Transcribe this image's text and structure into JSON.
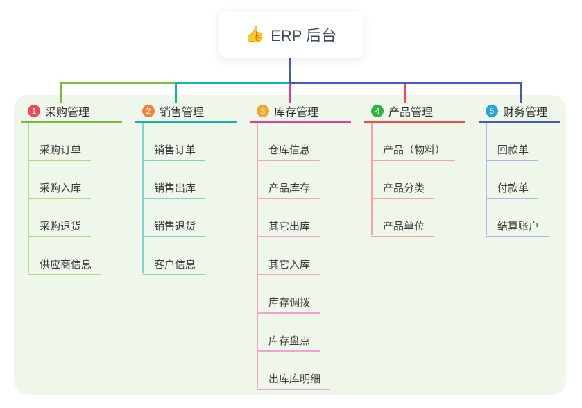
{
  "root": {
    "icon": "👍",
    "label": "ERP 后台"
  },
  "branches": [
    {
      "num": "1",
      "label": "采购管理",
      "badge_color": "#f0485c",
      "line_color": "#7cbb3f",
      "child_line_color": "#b5d98a",
      "children": [
        "采购订单",
        "采购入库",
        "采购退货",
        "供应商信息"
      ]
    },
    {
      "num": "2",
      "label": "销售管理",
      "badge_color": "#f5803e",
      "line_color": "#13b3a6",
      "child_line_color": "#7fd6cc",
      "children": [
        "销售订单",
        "销售出库",
        "销售退货",
        "客户信息"
      ]
    },
    {
      "num": "3",
      "label": "库存管理",
      "badge_color": "#f7a42c",
      "line_color": "#e23c96",
      "child_line_color": "#f2a3cb",
      "children": [
        "仓库信息",
        "产品库存",
        "其它出库",
        "其它入库",
        "库存调拨",
        "库存盘点",
        "出库库明细"
      ]
    },
    {
      "num": "4",
      "label": "产品管理",
      "badge_color": "#2fb344",
      "line_color": "#f24b4c",
      "child_line_color": "#f8a3a3",
      "children": [
        "产品（物料）",
        "产品分类",
        "产品单位"
      ]
    },
    {
      "num": "5",
      "label": "财务管理",
      "badge_color": "#29a3dc",
      "line_color": "#4758c5",
      "child_line_color": "#a9bce8",
      "children": [
        "回款单",
        "付款单",
        "结算账户"
      ]
    }
  ],
  "colors": {
    "panel_bg": "#eef7e9",
    "root_connector": "#4758c5",
    "bus_left_green": "#7cbb3f",
    "bus_mid_teal": "#13b3a6",
    "bus_right_blue": "#4758c5",
    "drop_3_magenta": "#e23c96",
    "drop_4_red": "#f24b4c"
  }
}
